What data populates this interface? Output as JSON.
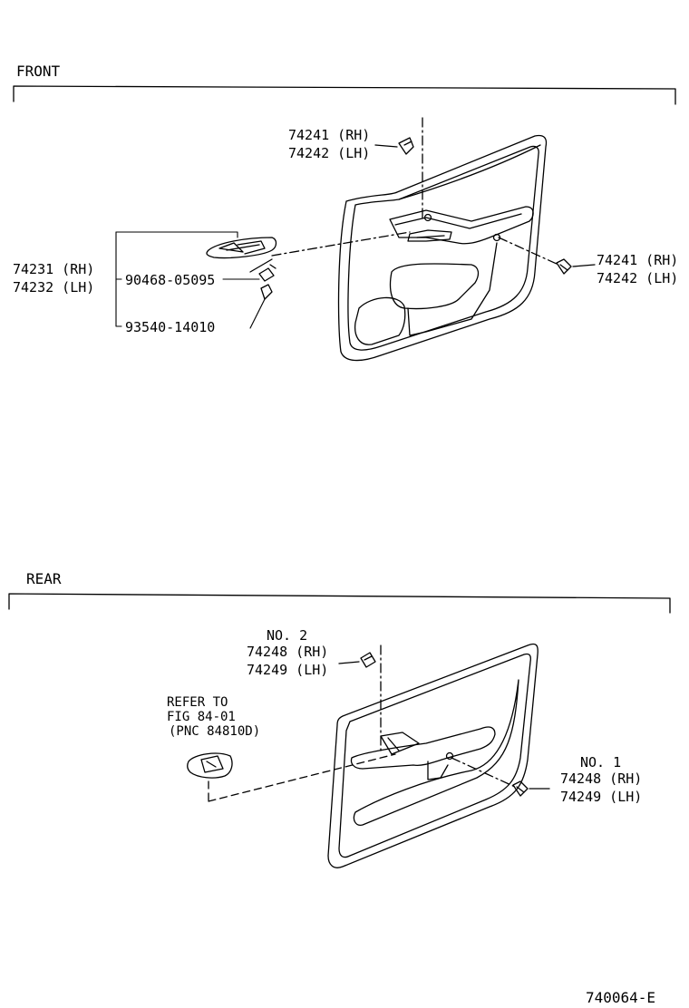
{
  "sections": {
    "front": "FRONT",
    "rear": "REAR"
  },
  "front": {
    "top_clip": {
      "rh": "74241 (RH)",
      "lh": "74242 (LH)"
    },
    "right_clip": {
      "rh": "74241 (RH)",
      "lh": "74242 (LH)"
    },
    "bezel": {
      "rh": "74231 (RH)",
      "lh": "74232 (LH)"
    },
    "screw": "90468-05095",
    "nut": "93540-14010"
  },
  "rear": {
    "top_clip": {
      "no": "NO. 2",
      "rh": "74248 (RH)",
      "lh": "74249 (LH)"
    },
    "right_clip": {
      "no": "NO. 1",
      "rh": "74248 (RH)",
      "lh": "74249 (LH)"
    },
    "refer": {
      "line1": "REFER TO",
      "line2": "FIG 84-01",
      "line3": "(PNC 84810D)"
    }
  },
  "figure_code": "740064-E",
  "colors": {
    "ink": "#000000",
    "paper": "#ffffff"
  }
}
